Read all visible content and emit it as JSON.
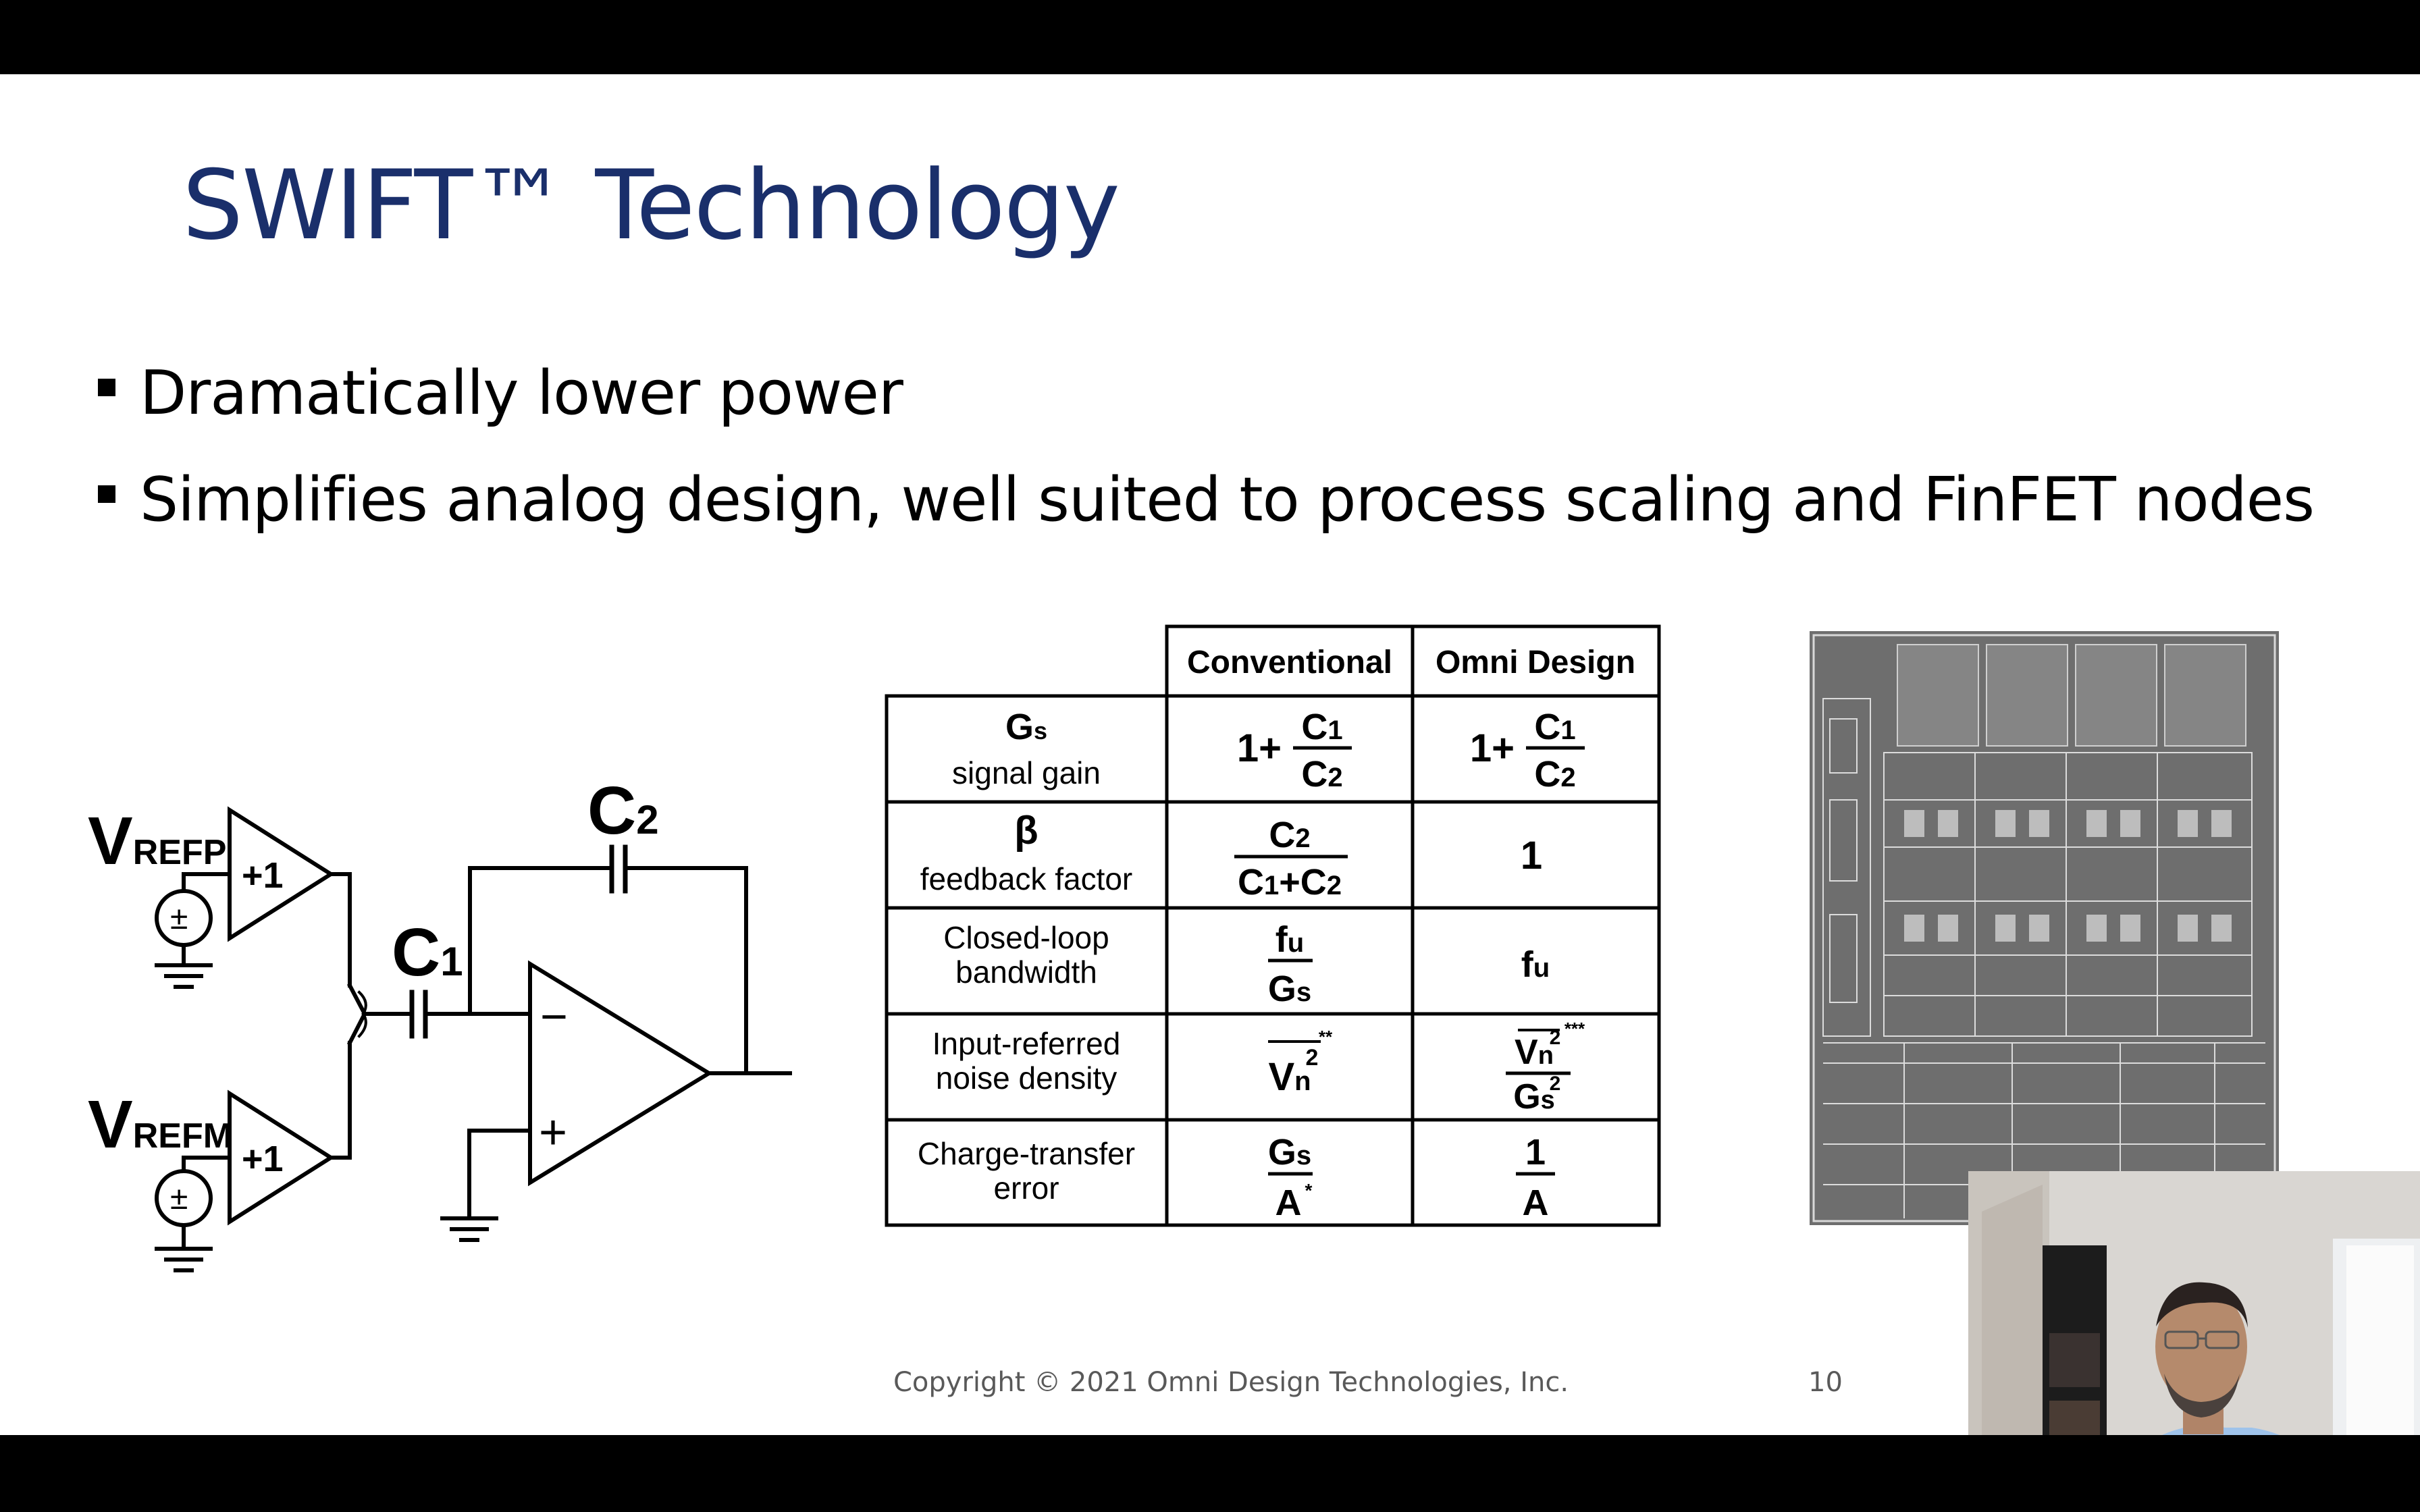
{
  "slide": {
    "title": "SWIFT™ Technology",
    "bullets": [
      "Dramatically lower power",
      "Simplifies analog design, well suited to process scaling and FinFET nodes"
    ],
    "footer": {
      "copyright": "Copyright © 2021 Omni Design Technologies, Inc.",
      "page_number": "10"
    }
  },
  "circuit": {
    "vrefp": {
      "main": "V",
      "sub": "REFP"
    },
    "vrefm": {
      "main": "V",
      "sub": "REFM"
    },
    "buffer_gain": "+1",
    "source_symbol": "±",
    "c1": {
      "main": "C",
      "sub": "1"
    },
    "c2": {
      "main": "C",
      "sub": "2"
    },
    "opamp_minus": "−",
    "opamp_plus": "+"
  },
  "table": {
    "headers": [
      "Conventional",
      "Omni Design"
    ],
    "rows": [
      {
        "symbol": "G",
        "symbol_sub": "s",
        "label": "signal gain",
        "conventional": "1+C1/C2",
        "omni": "1+C1/C2"
      },
      {
        "symbol": "β",
        "label": "feedback factor",
        "conventional": "C2/(C1+C2)",
        "omni": "1"
      },
      {
        "label_line1": "Closed-loop",
        "label_line2": "bandwidth",
        "conventional": "fu/Gs",
        "omni": "fu"
      },
      {
        "label_line1": "Input-referred",
        "label_line2": "noise density",
        "conventional": "Vn²**",
        "omni": "Vn²/Gs²***"
      },
      {
        "label_line1": "Charge-transfer",
        "label_line2": "error",
        "conventional": "Gs/A*",
        "omni": "1/A"
      }
    ],
    "glyphs": {
      "one_plus": "1+",
      "C": "C",
      "G": "G",
      "f": "f",
      "V": "V",
      "A": "A",
      "s": "s",
      "u": "u",
      "n": "n",
      "one": "1",
      "two": "2",
      "plus": "+",
      "star": "*",
      "star2": "**",
      "star3": "***"
    }
  },
  "die_photo": {
    "description_icon": "chip-layout-image"
  },
  "video_overlay": {
    "icon": "presenter-video"
  }
}
